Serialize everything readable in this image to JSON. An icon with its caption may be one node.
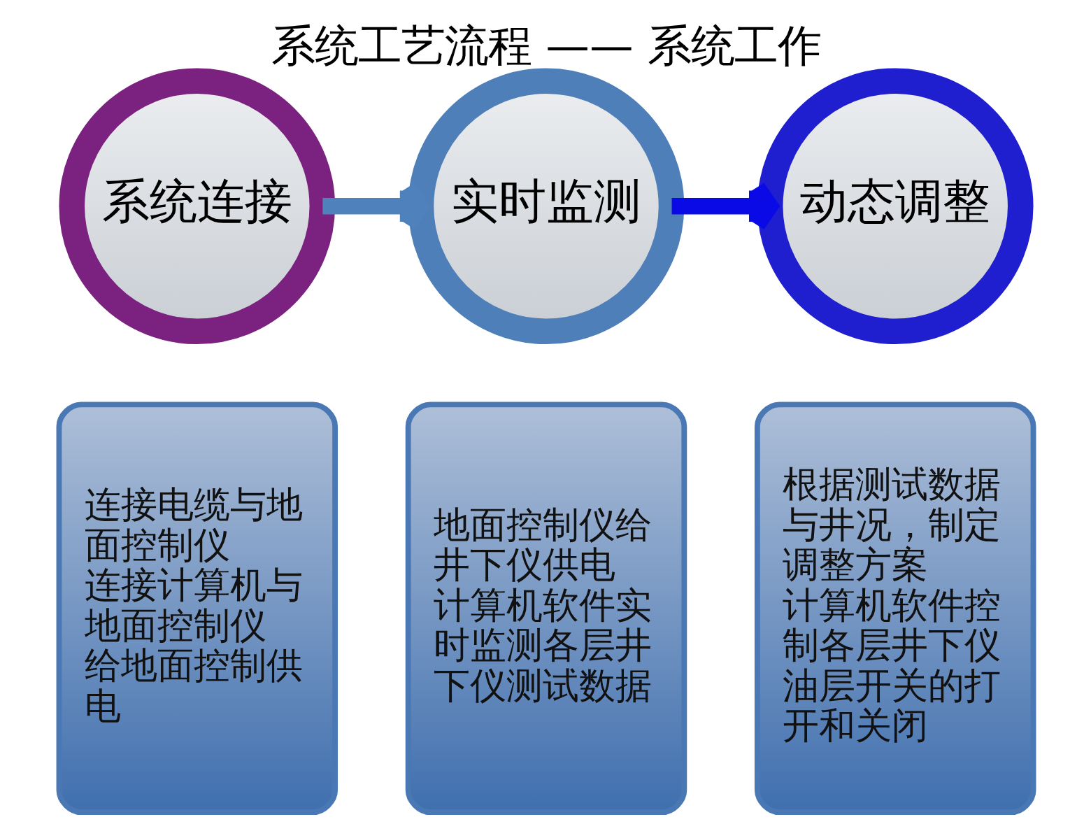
{
  "diagram": {
    "title": "系统工艺流程 —— 系统工作",
    "nodes": [
      {
        "text": [
          "系统连接"
        ]
      },
      {
        "text": [
          "实时监测"
        ]
      },
      {
        "text": [
          "动态调整"
        ]
      },
      {
        "text": [
          "连接电缆与地面控制仪",
          "连接计算机与地面控制仪",
          "给地面控制供电"
        ]
      },
      {
        "text": [
          "地面控制仪给井下仪供电",
          "计算机软件实时监测各层井下仪测试数据"
        ]
      },
      {
        "text": [
          "根据测试数据与井况，制定调整方案",
          "计算机软件控制各层井下仪油层开关的打开和关闭"
        ]
      }
    ],
    "edges": [
      {
        "from": 0,
        "to": 1,
        "arrow": "to",
        "color": "#4f81bd"
      },
      {
        "from": 1,
        "to": 2,
        "arrow": "to",
        "color": "#0a0ae6"
      }
    ]
  }
}
